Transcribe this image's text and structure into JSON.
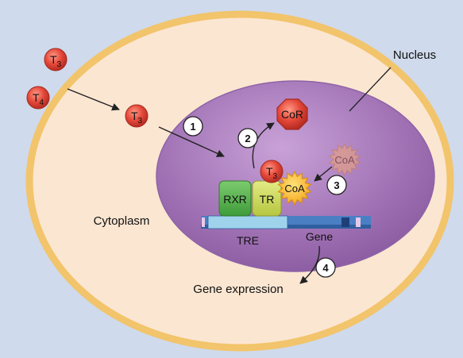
{
  "labels": {
    "t3_outside": {
      "base": "T",
      "sub": "3"
    },
    "t4_outside": {
      "base": "T",
      "sub": "4"
    },
    "t3_cytoplasm": {
      "base": "T",
      "sub": "3"
    },
    "t3_bound": {
      "base": "T",
      "sub": "3"
    },
    "nucleus": "Nucleus",
    "cytoplasm": "Cytoplasm",
    "corepressor": "CoR",
    "coactivator_free": "CoA",
    "coactivator_bound": "CoA",
    "rxr": "RXR",
    "tr": "TR",
    "tre": "TRE",
    "gene": "Gene",
    "gene_expression": "Gene expression"
  },
  "steps": [
    "1",
    "2",
    "3",
    "4"
  ],
  "colors": {
    "background": "#cfdaec",
    "cell_fill": "#fbe6d2",
    "cell_border": "#f2c46b",
    "nucleus_fill": "#a978bd",
    "hormone_red": "#e04a3c",
    "coactivator_yellow": "#f7b51f",
    "rxr_green": "#4fae47",
    "tr_yellow_green": "#c7d651",
    "dna_blue": "#4a7fc4"
  }
}
